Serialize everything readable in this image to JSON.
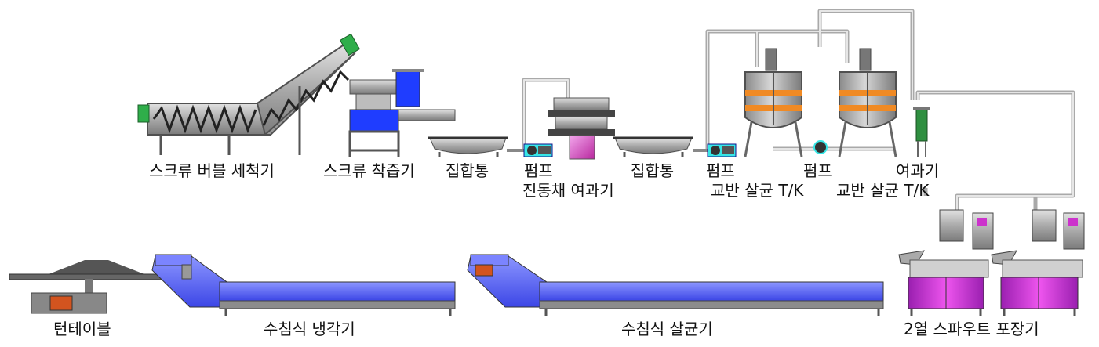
{
  "labels": {
    "screw_bubble_washer": "스크류 버블 세척기",
    "screw_juicer": "스크류 착즙기",
    "collection_tank_1": "집합통",
    "pump_1": "펌프",
    "vibrating_sieve_filter": "진동채 여과기",
    "collection_tank_2": "집합통",
    "pump_2": "펌프",
    "mix_sterilize_tk_1": "교반 살균 T/K",
    "pump_3": "펌프",
    "mix_sterilize_tk_2": "교반 살균 T/K",
    "filter": "여과기",
    "turntable": "턴테이블",
    "immersion_cooler": "수침식 냉각기",
    "immersion_sterilizer": "수침식 살균기",
    "spout_packer_2row": "2열 스파우트 포장기"
  },
  "colors": {
    "machine_gray": "#b4b4b4",
    "machine_dark": "#505050",
    "water_blue": "#5a68ff",
    "juicer_blue": "#1f3dff",
    "heater_orange": "#f08a24",
    "packer_magenta": "#cc33cc",
    "motor_green": "#2fae4a",
    "pump_cyan": "#37e6e6",
    "sieve_magenta": "#e15ad2"
  }
}
